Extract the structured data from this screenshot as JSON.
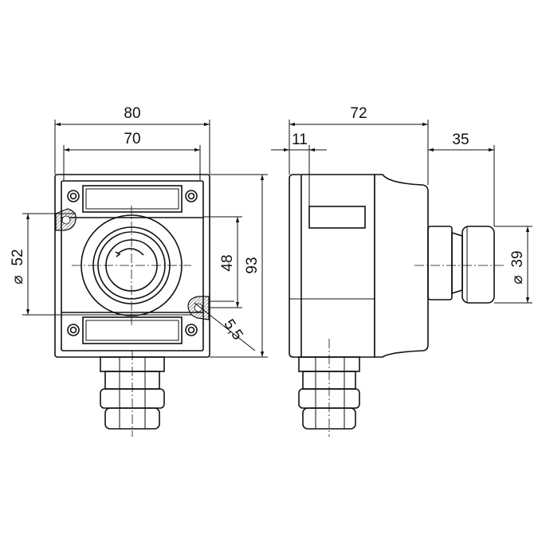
{
  "dimensions": {
    "front_width_outer": "80",
    "front_width_inner": "70",
    "front_height_outer": "93",
    "front_height_inner": "48",
    "front_diameter": "52",
    "front_diameter_symbol": "⌀",
    "front_hole": "5,5",
    "side_depth": "72",
    "side_flange": "11",
    "side_button": "35",
    "side_diameter": "39",
    "side_diameter_symbol": "⌀"
  }
}
